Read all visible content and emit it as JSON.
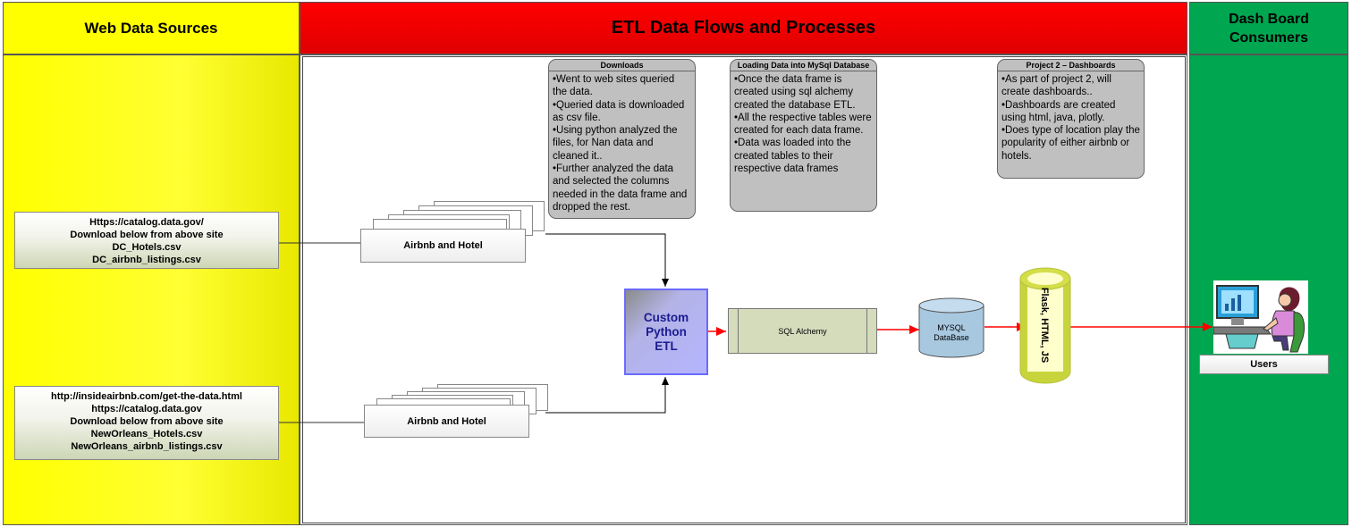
{
  "lanes": {
    "web": "Web Data Sources",
    "etl": "ETL Data Flows and Processes",
    "dashboard_line1": "Dash Board",
    "dashboard_line2": "Consumers"
  },
  "sources": [
    {
      "lines": [
        "Https://catalog.data.gov/",
        "Download below from above site",
        "DC_Hotels.csv",
        "DC_airbnb_listings.csv"
      ]
    },
    {
      "lines": [
        "http://insideairbnb.com/get-the-data.html",
        "https://catalog.data.gov",
        "Download below from above site",
        "NewOrleans_Hotels.csv",
        "NewOrleans_airbnb_listings.csv"
      ]
    }
  ],
  "documents": [
    "Airbnb and Hotel",
    "Airbnb and Hotel"
  ],
  "notes": [
    {
      "title": "Downloads",
      "items": [
        "•Went to web sites queried the data.",
        "•Queried data is downloaded as csv file.",
        "•Using python analyzed the files, for Nan data and cleaned it..",
        "•Further analyzed the data and selected the columns needed in the data frame and dropped the rest."
      ]
    },
    {
      "title": "Loading Data into MySql Database",
      "items": [
        "•Once the data frame is created using sql alchemy created the database ETL.",
        "•All the respective tables were created for each data frame.",
        "•Data was loaded into the created tables to their respective data frames"
      ]
    },
    {
      "title": "Project 2 – Dashboards",
      "items": [
        "•As part of project 2, will create dashboards..",
        "•Dashboards are created using html, java, plotly.",
        "•Does type of location play the popularity of either airbnb or hotels."
      ]
    }
  ],
  "process": {
    "etl_line1": "Custom",
    "etl_line2": "Python",
    "etl_line3": "ETL",
    "sql": "SQL Alchemy",
    "db_line1": "MYSQL",
    "db_line2": "DataBase",
    "flask": "Flask, HTML, JS",
    "users": "Users"
  },
  "colors": {
    "web_lane": "#ffff00",
    "etl_header": "#ff0000",
    "dashboard_lane": "#00a650",
    "arrow_red": "#ff0000",
    "etl_box": "#b4b4ff",
    "database": "#a8c8e0",
    "flask_cylinder": "#c8d43c"
  },
  "icons": [
    "user-at-computer-icon"
  ]
}
